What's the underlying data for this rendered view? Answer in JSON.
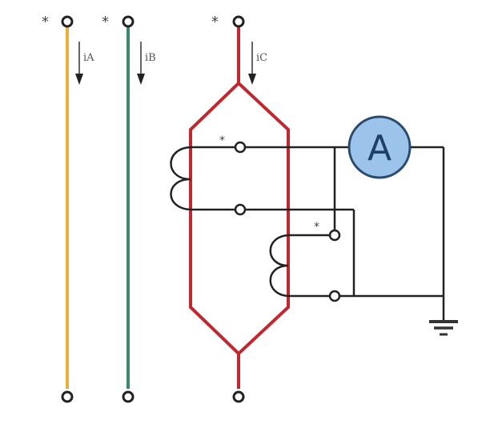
{
  "diagram": {
    "type": "current-transformer-wiring",
    "colors": {
      "phase_a": "#e8b23a",
      "phase_b": "#3a8a6a",
      "phase_c": "#c0282f",
      "wire": "#222222",
      "meter_fill": "#9cc4ea",
      "meter_stroke": "#2a4a70"
    },
    "phases": [
      {
        "name": "A",
        "current_label": "iA",
        "polarity_mark": "*"
      },
      {
        "name": "B",
        "current_label": "iB",
        "polarity_mark": "*"
      },
      {
        "name": "C",
        "current_label": "iC",
        "polarity_mark": "*"
      }
    ],
    "ct_marks": {
      "ct1_polarity": "*",
      "ct2_polarity": "*"
    },
    "meter": {
      "label": "A",
      "type": "ammeter"
    },
    "ground": {
      "symbol": "ground-icon"
    }
  }
}
